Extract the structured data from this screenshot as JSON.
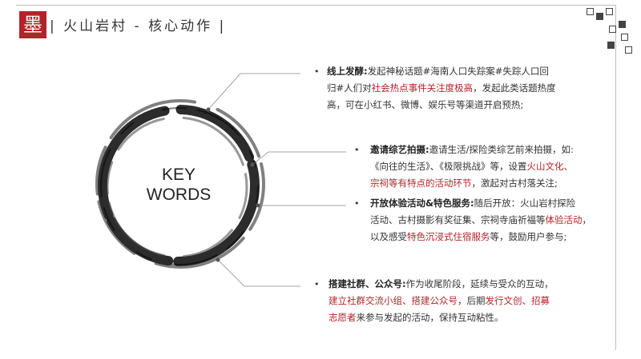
{
  "header": {
    "logo_char": "墨",
    "title": "| 火山岩村 - 核心动作 |"
  },
  "center": {
    "line1": "KEY",
    "line2": "WORDS"
  },
  "items": [
    {
      "bullet": "•",
      "label": "线上发酵:",
      "lines": [
        [
          {
            "t": "发起神秘话题#海南人口失踪案#失踪人口回"
          }
        ],
        [
          {
            "t": "归#人们对"
          },
          {
            "t": "社会热点事件关注度极高",
            "r": 1
          },
          {
            "t": "，发起此类话题热度"
          }
        ],
        [
          {
            "t": "高，可在小红书、微博、娱乐号等渠道开启预热;"
          }
        ]
      ]
    },
    {
      "bullet": "•",
      "label": "邀请综艺拍摄:",
      "lines": [
        [
          {
            "t": "邀请生活/探险类综艺前来拍摄，如:"
          }
        ],
        [
          {
            "t": "《向往的生活》、《极限挑战》等，设置"
          },
          {
            "t": "火山文化、",
            "r": 1
          }
        ],
        [
          {
            "t": "宗祠等有特点的活动环节",
            "r": 1
          },
          {
            "t": "，激起对古村落关注;"
          }
        ]
      ]
    },
    {
      "bullet": "•",
      "label": "开放体验活动&特色服务:",
      "lines": [
        [
          {
            "t": "随后开放：火山岩村探险"
          }
        ],
        [
          {
            "t": "活动、古村摄影有奖征集、宗祠寺庙祈福等"
          },
          {
            "t": "体验活动",
            "r": 1
          },
          {
            "t": "，"
          }
        ],
        [
          {
            "t": "以及感受"
          },
          {
            "t": "特色沉浸式住宿服务",
            "r": 1
          },
          {
            "t": "等，鼓励用户参与;"
          }
        ]
      ]
    },
    {
      "bullet": "•",
      "label": "搭建社群、公众号:",
      "lines": [
        [
          {
            "t": "作为收尾阶段，延续与受众的互动，"
          }
        ],
        [
          {
            "t": "建立社群交流小组、搭建公众号",
            "r": 1
          },
          {
            "t": "，后期"
          },
          {
            "t": "发行文创、招募",
            "r": 1
          }
        ],
        [
          {
            "t": "志愿者",
            "r": 1
          },
          {
            "t": "来参与发起的活动，保持互动粘性。"
          }
        ]
      ]
    }
  ],
  "colors": {
    "accent": "#b3242a",
    "text": "#333333",
    "line": "#bdbdbd"
  }
}
